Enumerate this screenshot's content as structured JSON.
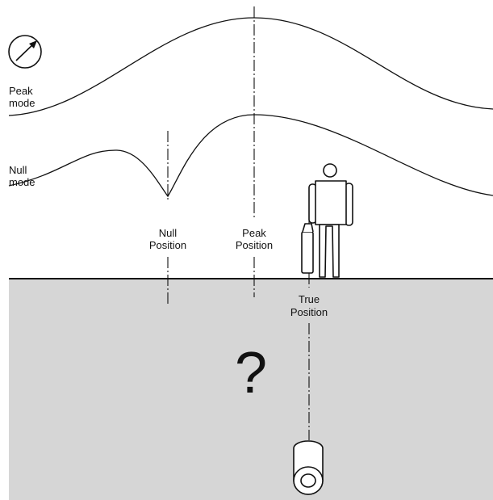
{
  "labels": {
    "peak_mode_line1": "Peak",
    "peak_mode_line2": "mode",
    "null_mode_line1": "Null",
    "null_mode_line2": "mode",
    "null_position_line1": "Null",
    "null_position_line2": "Position",
    "peak_position_line1": "Peak",
    "peak_position_line2": "Position",
    "true_position_line1": "True",
    "true_position_line2": "Position",
    "question": "?"
  },
  "icons": {
    "gauge": "gauge-icon",
    "operator": "person-with-locator-icon",
    "pipe": "buried-pipe-icon"
  },
  "colors": {
    "ground": "#d6d6d6",
    "line": "#111111",
    "background": "#ffffff"
  }
}
